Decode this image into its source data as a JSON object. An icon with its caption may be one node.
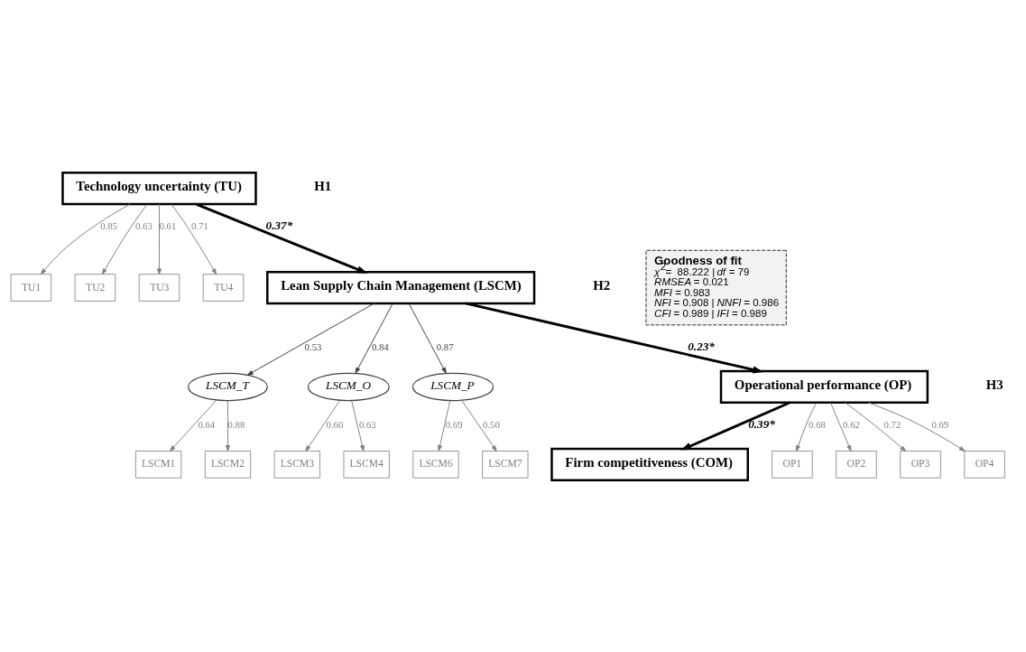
{
  "diagram": {
    "nodes": [
      {
        "text": [
          "Technology uncertainty (TU)"
        ]
      },
      {
        "text": [
          "TU1"
        ]
      },
      {
        "text": [
          "TU2"
        ]
      },
      {
        "text": [
          "TU3"
        ]
      },
      {
        "text": [
          "TU4"
        ]
      },
      {
        "text": [
          "Lean Supply Chain Management (LSCM)"
        ]
      },
      {
        "text": [
          "LSCM_T"
        ]
      },
      {
        "text": [
          "LSCM_O"
        ]
      },
      {
        "text": [
          "LSCM_P"
        ]
      },
      {
        "text": [
          "LSCM1"
        ]
      },
      {
        "text": [
          "LSCM2"
        ]
      },
      {
        "text": [
          "LSCM3"
        ]
      },
      {
        "text": [
          "LSCM4"
        ]
      },
      {
        "text": [
          "LSCM6"
        ]
      },
      {
        "text": [
          "LSCM7"
        ]
      },
      {
        "text": [
          "Operational performance (OP)"
        ]
      },
      {
        "text": [
          "Firm competitiveness (COM)"
        ]
      },
      {
        "text": [
          "OP1"
        ]
      },
      {
        "text": [
          "OP2"
        ]
      },
      {
        "text": [
          "OP3"
        ]
      },
      {
        "text": [
          "OP4"
        ]
      },
      {
        "text": [
          "Goodness of fit",
          "*χ*$^{2}$=  88.222 | *df* = 79",
          "*RMSEA* = 0.021",
          "*MFI* = 0.983",
          "*NFI* = 0.908 | *NNFI* = 0.986",
          "*CFI* = 0.989 | *IFI* = 0.989"
        ]
      }
    ],
    "edges": [
      {
        "from": 0,
        "to": 1,
        "arrow": "to",
        "label": "0.85"
      },
      {
        "from": 0,
        "to": 2,
        "arrow": "to",
        "label": "0.63"
      },
      {
        "from": 0,
        "to": 3,
        "arrow": "to",
        "label": "0.61"
      },
      {
        "from": 0,
        "to": 4,
        "arrow": "to",
        "label": "0.71"
      },
      {
        "from": 0,
        "to": 5,
        "arrow": "to",
        "label": "0.37*",
        "style": "thick",
        "color": "#000000"
      },
      {
        "from": 5,
        "to": 6,
        "arrow": "to",
        "label": "0.53",
        "color": "#404040"
      },
      {
        "from": 5,
        "to": 7,
        "arrow": "to",
        "label": "0.84",
        "color": "#404040"
      },
      {
        "from": 5,
        "to": 8,
        "arrow": "to",
        "label": "0.87",
        "color": "#404040"
      },
      {
        "from": 6,
        "to": 9,
        "arrow": "to",
        "label": "0.64"
      },
      {
        "from": 6,
        "to": 10,
        "arrow": "to",
        "label": "0.88"
      },
      {
        "from": 7,
        "to": 11,
        "arrow": "to",
        "label": "0.60"
      },
      {
        "from": 7,
        "to": 12,
        "arrow": "to",
        "label": "0.63"
      },
      {
        "from": 8,
        "to": 13,
        "arrow": "to",
        "label": "0.69"
      },
      {
        "from": 8,
        "to": 14,
        "arrow": "to",
        "label": "0.50"
      },
      {
        "from": 5,
        "to": 15,
        "arrow": "to",
        "label": "0.23*",
        "style": "thick",
        "color": "#000000"
      },
      {
        "from": 15,
        "to": 16,
        "arrow": "to",
        "label": "0.39*",
        "style": "thick",
        "color": "#000000"
      },
      {
        "from": 15,
        "to": 17,
        "arrow": "to",
        "label": "0.68"
      },
      {
        "from": 15,
        "to": 18,
        "arrow": "to",
        "label": "0.62"
      },
      {
        "from": 15,
        "to": 19,
        "arrow": "to",
        "label": "0.72"
      },
      {
        "from": 15,
        "to": 20,
        "arrow": "to",
        "label": "0.69"
      }
    ],
    "labels": [
      "H1",
      "H2",
      "H3"
    ]
  }
}
